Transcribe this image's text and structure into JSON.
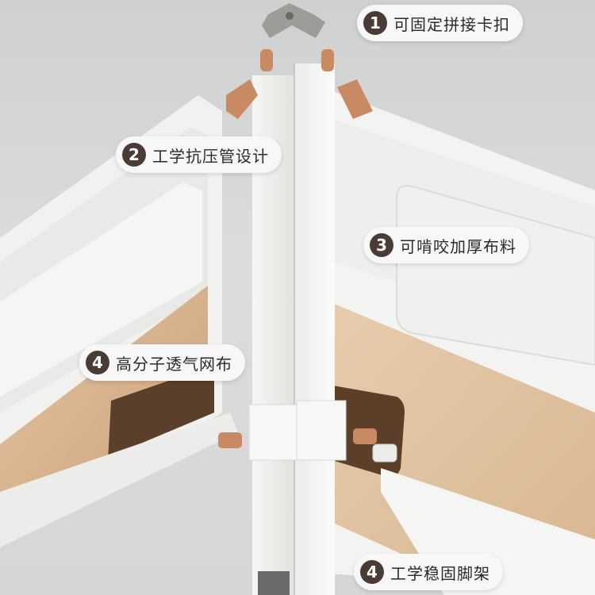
{
  "callouts": [
    {
      "number": "1",
      "text": "可固定拼接卡扣"
    },
    {
      "number": "2",
      "text": "工学抗压管设计"
    },
    {
      "number": "3",
      "text": "可啃咬加厚布料"
    },
    {
      "number": "4",
      "text": "高分子透气网布"
    },
    {
      "number": "4",
      "text": "工学稳固脚架"
    }
  ],
  "colors": {
    "frame_white": "#f4f4f2",
    "fabric_tan": "#d9b48f",
    "connector_copper": "#c98a63",
    "badge_dark": "#4a3b34"
  }
}
